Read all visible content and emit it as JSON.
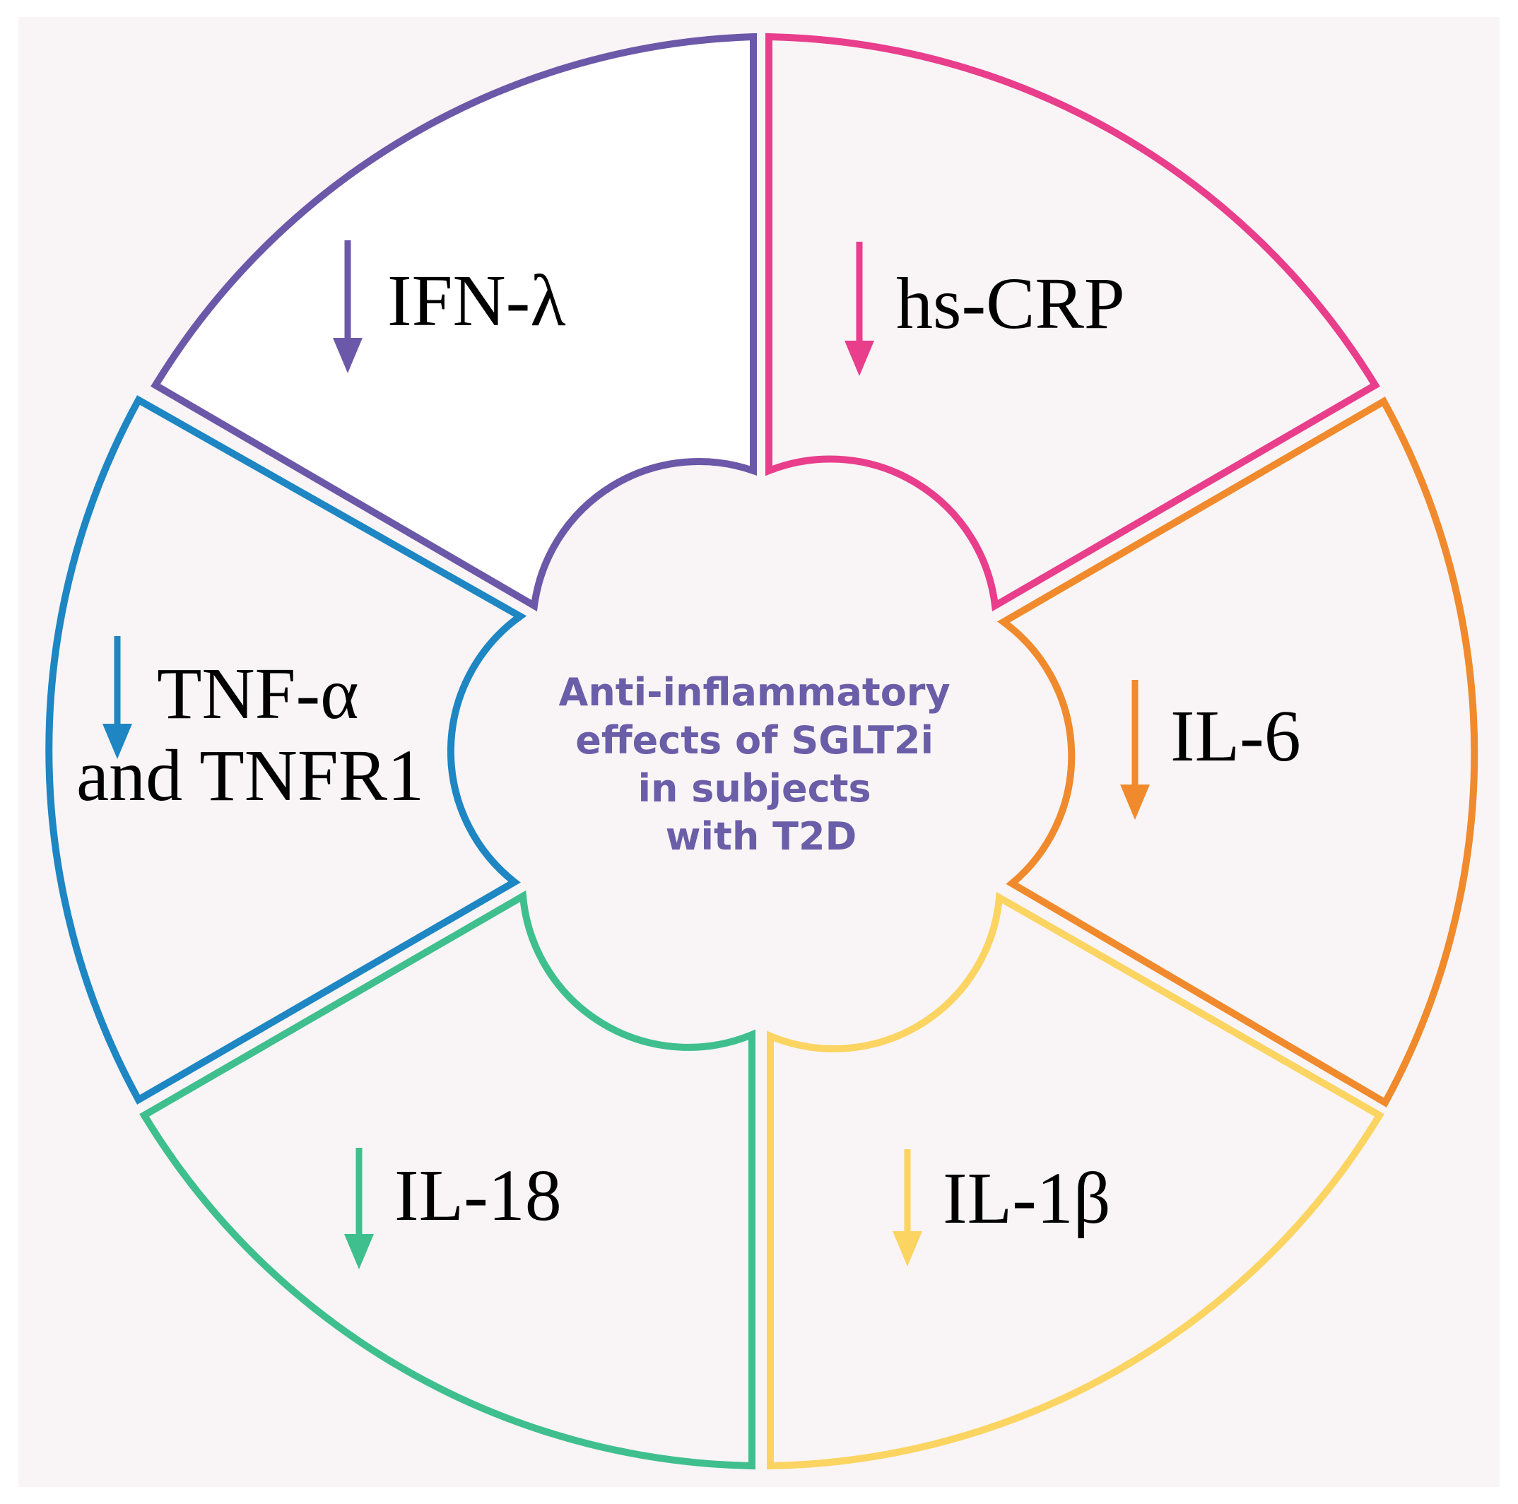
{
  "diagram": {
    "center": {
      "lines": [
        "Anti-inflammatory",
        "effects of SGLT2i",
        "in subjects",
        "with T2D"
      ],
      "color": "#6a5ea8"
    },
    "background_color": "#f9f5f6",
    "segments": [
      {
        "id": "ifn-lambda",
        "label_lines": [
          "IFN-λ"
        ],
        "color": "#6c58a8",
        "fill": "#ffffff",
        "arrow_icon": "down-arrow-icon"
      },
      {
        "id": "hs-crp",
        "label_lines": [
          "hs-CRP"
        ],
        "color": "#e83e8c",
        "fill": "#f9f5f6",
        "arrow_icon": "down-arrow-icon"
      },
      {
        "id": "il-6",
        "label_lines": [
          "IL-6"
        ],
        "color": "#f08a2c",
        "fill": "#f9f5f6",
        "arrow_icon": "down-arrow-icon"
      },
      {
        "id": "il-1beta",
        "label_lines": [
          "IL-1β"
        ],
        "color": "#fbd462",
        "fill": "#f9f5f6",
        "arrow_icon": "down-arrow-icon"
      },
      {
        "id": "il-18",
        "label_lines": [
          "IL-18"
        ],
        "color": "#3fbf8e",
        "fill": "#f9f5f6",
        "arrow_icon": "down-arrow-icon"
      },
      {
        "id": "tnf-alpha",
        "label_lines": [
          "TNF-α",
          "and TNFR1"
        ],
        "color": "#1d86c3",
        "fill": "#f9f5f6",
        "arrow_icon": "down-arrow-icon"
      }
    ]
  }
}
